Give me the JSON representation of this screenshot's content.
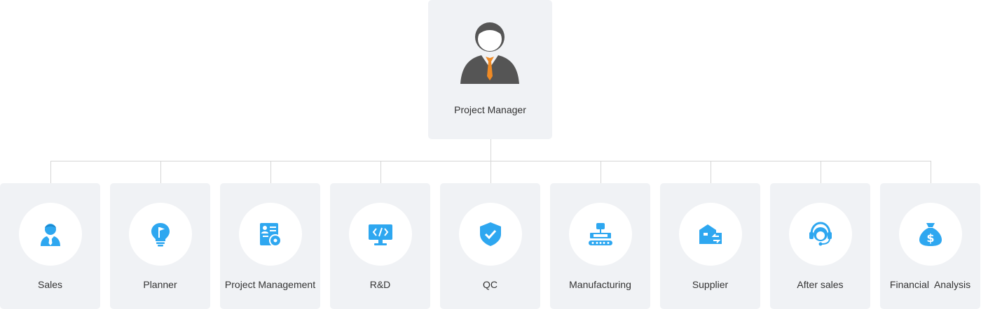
{
  "root": {
    "label": "Project Manager",
    "icon": "manager-icon"
  },
  "departments": [
    {
      "label": "Sales",
      "icon": "salesperson-icon"
    },
    {
      "label": "Planner",
      "icon": "lightbulb-flag-icon"
    },
    {
      "label": "Project Management",
      "icon": "id-card-gear-icon"
    },
    {
      "label": "R&D",
      "icon": "code-monitor-icon"
    },
    {
      "label": "QC",
      "icon": "shield-check-icon"
    },
    {
      "label": "Manufacturing",
      "icon": "production-line-icon"
    },
    {
      "label": "Supplier",
      "icon": "warehouse-icon"
    },
    {
      "label": "After sales",
      "icon": "headset-agent-icon"
    },
    {
      "label": "Financial  Analysis",
      "icon": "money-bag-icon"
    }
  ],
  "colors": {
    "card": "#f0f2f5",
    "icon": "#2ea7f0",
    "connector": "#d6d6d6",
    "tie": "#f08a24",
    "suit": "#555555"
  }
}
